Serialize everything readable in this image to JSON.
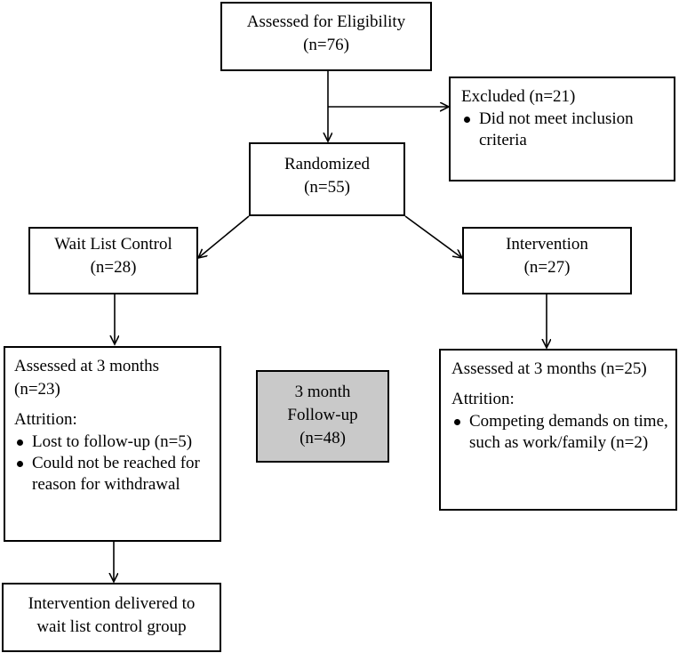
{
  "boxes": {
    "eligibility": {
      "line1": "Assessed for Eligibility",
      "line2": "(n=76)"
    },
    "excluded": {
      "title": "Excluded (n=21)",
      "bullets": [
        "Did not meet inclusion criteria"
      ]
    },
    "randomized": {
      "line1": "Randomized",
      "line2": "(n=55)"
    },
    "waitlist": {
      "line1": "Wait List Control",
      "line2": "(n=28)"
    },
    "intervention": {
      "line1": "Intervention",
      "line2": "(n=27)"
    },
    "waitlist_3mo": {
      "line1": "Assessed at 3 months",
      "line2": "(n=23)",
      "attrition_label": "Attrition:",
      "bullets": [
        "Lost to follow-up (n=5)",
        "Could not be reached for reason for withdrawal"
      ]
    },
    "followup": {
      "line1": "3 month",
      "line2": "Follow-up",
      "line3": "(n=48)"
    },
    "intervention_3mo": {
      "line1": "Assessed at 3 months (n=25)",
      "attrition_label": "Attrition:",
      "bullets": [
        "Competing demands on time, such as work/family (n=2)"
      ]
    },
    "delivered": {
      "line1": "Intervention delivered to",
      "line2": "wait list control group"
    }
  },
  "colors": {
    "followup_fill": "#c9c9c9",
    "line": "#000000"
  }
}
